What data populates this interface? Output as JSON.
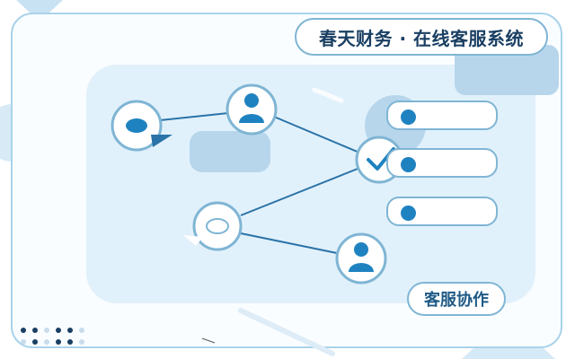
{
  "title": "春天财务 · 在线客服系统",
  "badge": "客服协作",
  "list_items": [
    {
      "icon": "dot-icon"
    },
    {
      "icon": "dot-icon"
    },
    {
      "icon": "dot-icon"
    }
  ],
  "nodes": [
    {
      "name": "chat-bubble-node",
      "icon": "chat-bubble-icon"
    },
    {
      "name": "agent-node-top",
      "icon": "user-icon"
    },
    {
      "name": "hub-check-node",
      "icon": "checkmark-icon"
    },
    {
      "name": "chat-bubble-node-lower",
      "icon": "chat-bubble-icon"
    },
    {
      "name": "agent-node-bottom",
      "icon": "user-icon"
    }
  ],
  "colors": {
    "accent": "#1f82c0",
    "dark": "#1a3f63",
    "border": "#7fb5d4",
    "panel": "#e1f1fb",
    "soft_block": "#b7d6ec"
  }
}
